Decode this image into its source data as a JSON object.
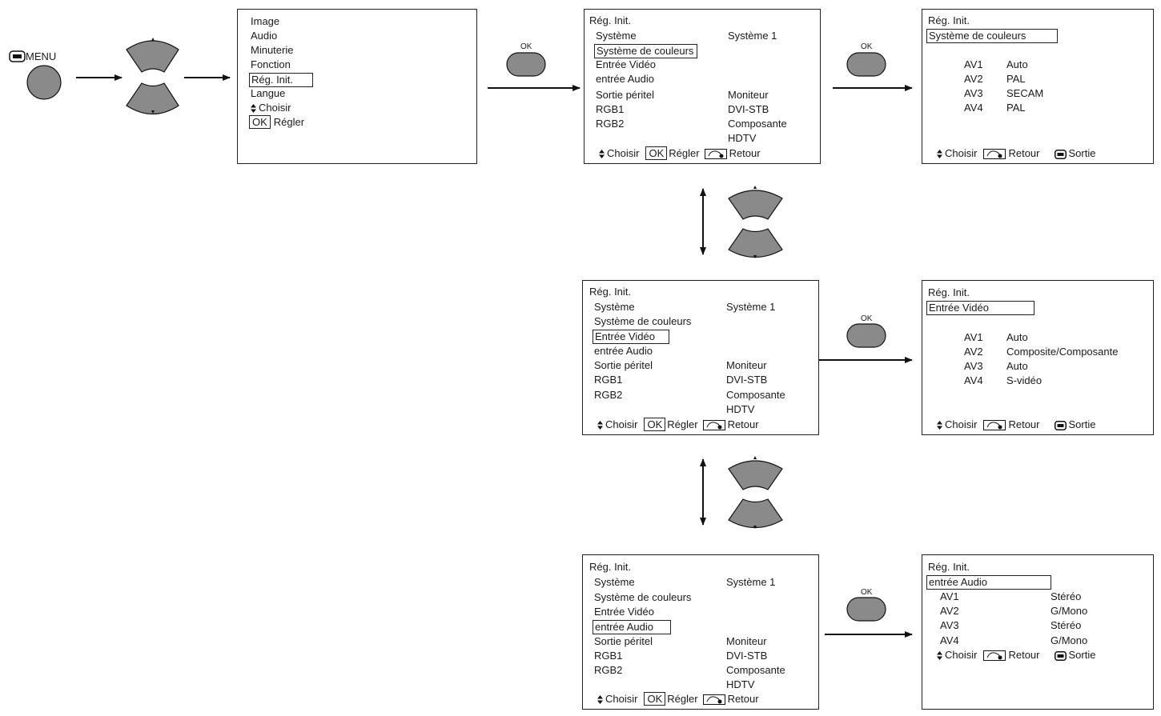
{
  "remote": {
    "menu_label": "MENU",
    "ok_label": "OK"
  },
  "main_menu": {
    "items": [
      "Image",
      "Audio",
      "Minuterie",
      "Fonction",
      "Rég. Init.",
      "Langue"
    ],
    "hint_choose": "Choisir",
    "hint_ok": "OK",
    "hint_set": "Régler"
  },
  "init_menu": {
    "title": "Rég. Init.",
    "items": [
      "Système",
      "Système de couleurs",
      "Entrée Vidéo",
      "entrée Audio",
      "Sortie péritel",
      "RGB1",
      "RGB2"
    ],
    "values": [
      "Système 1",
      "",
      "",
      "",
      "Moniteur",
      "DVI-STB",
      "Composante",
      "HDTV"
    ],
    "hint_choose": "Choisir",
    "hint_ok": "OK",
    "hint_set": "Régler",
    "hint_back": "Retour"
  },
  "color_screen": {
    "title": "Rég. Init.",
    "heading": "Système de couleurs",
    "rows": [
      [
        "AV1",
        "Auto"
      ],
      [
        "AV2",
        "PAL"
      ],
      [
        "AV3",
        "SECAM"
      ],
      [
        "AV4",
        "PAL"
      ]
    ],
    "hint_choose": "Choisir",
    "hint_back": "Retour",
    "hint_exit": "Sortie"
  },
  "video_screen": {
    "title": "Rég. Init.",
    "heading": "Entrée Vidéo",
    "rows": [
      [
        "AV1",
        "Auto"
      ],
      [
        "AV2",
        "Composite/Composante"
      ],
      [
        "AV3",
        "Auto"
      ],
      [
        "AV4",
        "S-vidéo"
      ]
    ],
    "hint_choose": "Choisir",
    "hint_back": "Retour",
    "hint_exit": "Sortie"
  },
  "audio_screen": {
    "title": "Rég. Init.",
    "heading": "entrée Audio",
    "rows": [
      [
        "AV1",
        "Stéréo"
      ],
      [
        "AV2",
        "G/Mono"
      ],
      [
        "AV3",
        "Stéréo"
      ],
      [
        "AV4",
        "G/Mono"
      ]
    ],
    "hint_choose": "Choisir",
    "hint_back": "Retour",
    "hint_exit": "Sortie"
  },
  "colors": {
    "button_fill": "#8a8a8a",
    "line": "#111111"
  }
}
